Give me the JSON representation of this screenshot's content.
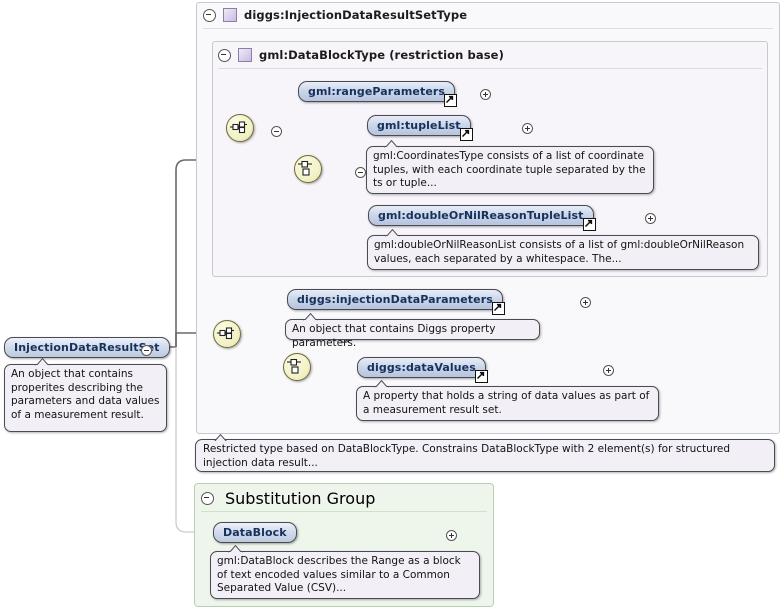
{
  "diagram": {
    "kind": "xml-schema-element-diagram",
    "root_element": {
      "name": "InjectionDataResultSet",
      "toggle": "minus",
      "annotation": "An object that contains properites describing the parameters and data values of a measurement result."
    },
    "outer_type": {
      "label": "diggs:InjectionDataResultSetType",
      "toggle": "minus",
      "icon": "type-square-icon"
    },
    "inner_type": {
      "label": "gml:DataBlockType (restriction base)",
      "toggle": "minus",
      "icon": "type-square-icon"
    },
    "compositors": {
      "sequence_top": "sequence-icon",
      "choice_top": "choice-icon",
      "sequence_bottom": "sequence-icon",
      "choice_bottom": "choice-icon"
    },
    "elements": [
      {
        "name": "gml:rangeParameters",
        "expand": "plus",
        "badge": "external-link-icon",
        "annotation": null
      },
      {
        "name": "gml:tupleList",
        "expand": "plus",
        "badge": "external-link-icon",
        "annotation": "gml:CoordinatesType consists of a list of coordinate tuples, with each coordinate tuple separated by the ts or tuple..."
      },
      {
        "name": "gml:doubleOrNilReasonTupleList",
        "expand": "plus",
        "badge": "external-link-icon",
        "annotation": "gml:doubleOrNilReasonList consists of a list of gml:doubleOrNilReason values, each separated by a whitespace. The..."
      },
      {
        "name": "diggs:injectionDataParameters",
        "expand": "plus",
        "badge": "external-link-icon",
        "annotation": "An object that contains Diggs property parameters."
      },
      {
        "name": "diggs:dataValues",
        "expand": "plus",
        "badge": "external-link-icon",
        "annotation": "A property that holds a string of data values as part of a measurement result set."
      }
    ],
    "restriction_note": "Restricted type based on DataBlockType. Constrains DataBlockType with 2 element(s) for structured injection data result...",
    "substitution_group": {
      "title": "Substitution Group",
      "toggle": "minus",
      "member": {
        "name": "DataBlock",
        "expand": "plus",
        "annotation": "gml:DataBlock describes the Range as a block of text encoded values similar to a Common Separated Value (CSV)..."
      }
    }
  },
  "colors": {
    "element_fill": "#ccd7ea",
    "element_text": "#16315c",
    "container_fill": "#f7f5fa",
    "compositor_fill": "#f3f1c7",
    "substitution_fill": "#eef6ec",
    "annotation_fill": "#f2f0f6"
  }
}
